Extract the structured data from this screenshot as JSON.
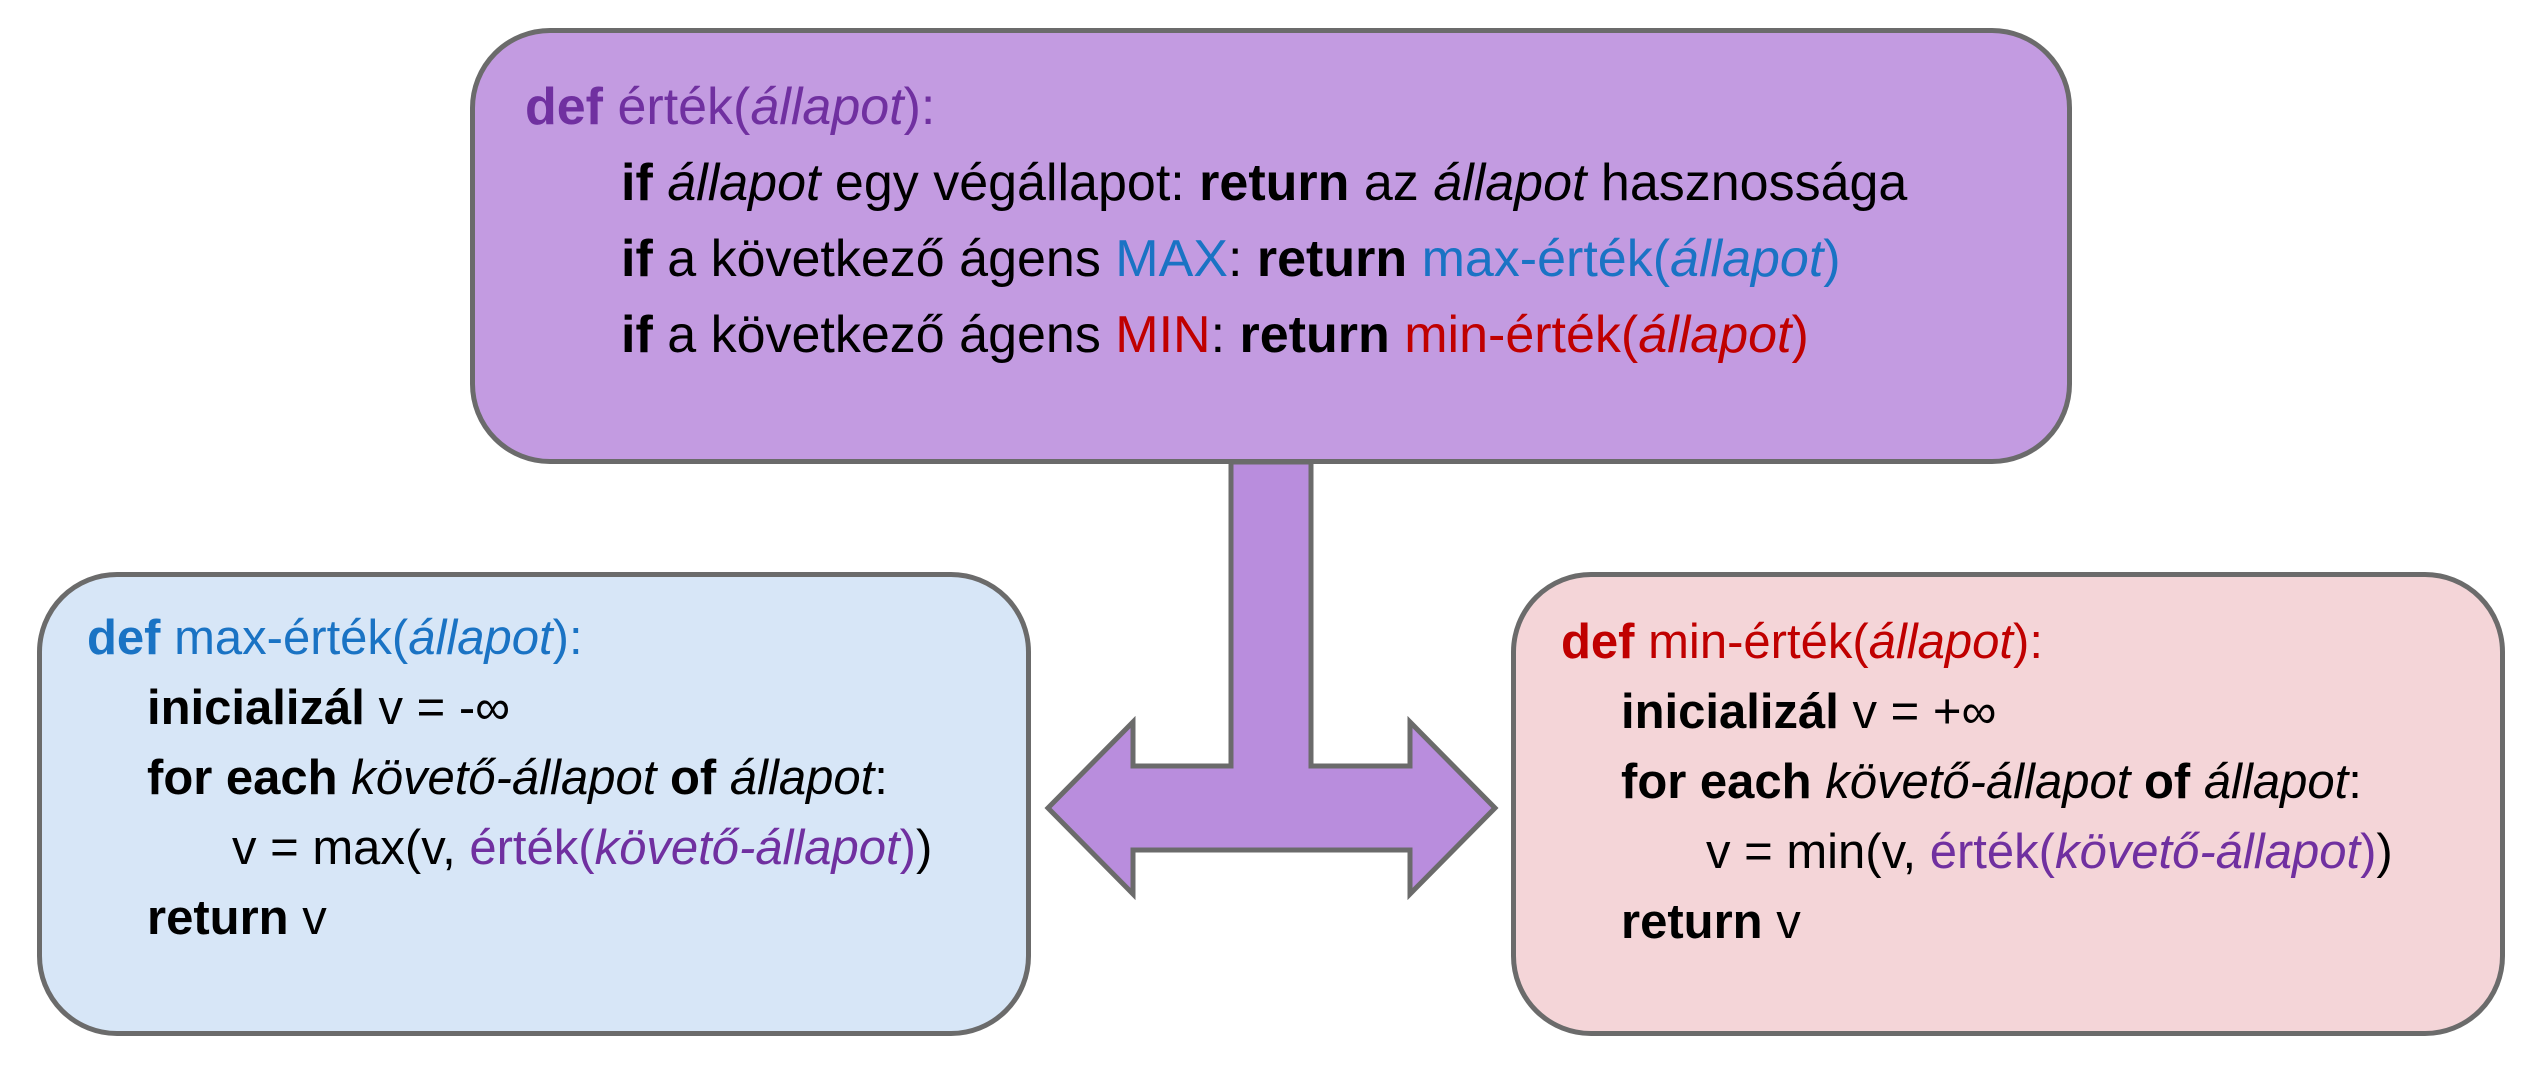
{
  "colors": {
    "purple": "#7030a0",
    "blue": "#1a73c4",
    "red": "#c00000",
    "value_box_fill": "#c39be1",
    "max_box_fill": "#d7e6f7",
    "min_box_fill": "#f4d5d8",
    "arrow_fill": "#b98ddd",
    "border": "#6b6b6b"
  },
  "value_box": {
    "l1_def": "def",
    "l1_name": "érték(",
    "l1_param": "állapot",
    "l1_close": "):",
    "l2_if": "if",
    "l2_state": "állapot",
    "l2_text": " egy végállapot: ",
    "l2_return": "return",
    "l2_text2": " az ",
    "l2_state2": "állapot",
    "l2_text3": " hasznossága",
    "l3_if": "if",
    "l3_text": " a következő ágens ",
    "l3_agent": "MAX",
    "l3_colon": ": ",
    "l3_return": "return",
    "l3_call": " max-érték(",
    "l3_param": "állapot",
    "l3_close": ")",
    "l4_if": "if",
    "l4_text": " a következő ágens ",
    "l4_agent": "MIN",
    "l4_colon": ": ",
    "l4_return": "return",
    "l4_call": " min-érték(",
    "l4_param": "állapot",
    "l4_close": ")"
  },
  "max_box": {
    "l1_def": "def",
    "l1_name": " max-érték(",
    "l1_param": "állapot",
    "l1_close": "):",
    "l2_init": "inicializál",
    "l2_rest": " v = -∞",
    "l3_for": "for each",
    "l3_succ": " követő-állapot ",
    "l3_of": "of",
    "l3_state": " állapot",
    "l3_colon": ":",
    "l4_start": "v = max(v, ",
    "l4_call": "érték(",
    "l4_param": "követő-állapot",
    "l4_close": ")",
    "l4_end": ")",
    "l5_return": "return",
    "l5_v": " v"
  },
  "min_box": {
    "l1_def": "def",
    "l1_name": " min-érték(",
    "l1_param": "állapot",
    "l1_close": "):",
    "l2_init": "inicializál",
    "l2_rest": " v = +∞",
    "l3_for": "for each",
    "l3_succ": " követő-állapot ",
    "l3_of": "of",
    "l3_state": " állapot",
    "l3_colon": ":",
    "l4_start": "v = min(v, ",
    "l4_call": "érték(",
    "l4_param": "követő-állapot",
    "l4_close": ")",
    "l4_end": ")",
    "l5_return": "return",
    "l5_v": " v"
  }
}
